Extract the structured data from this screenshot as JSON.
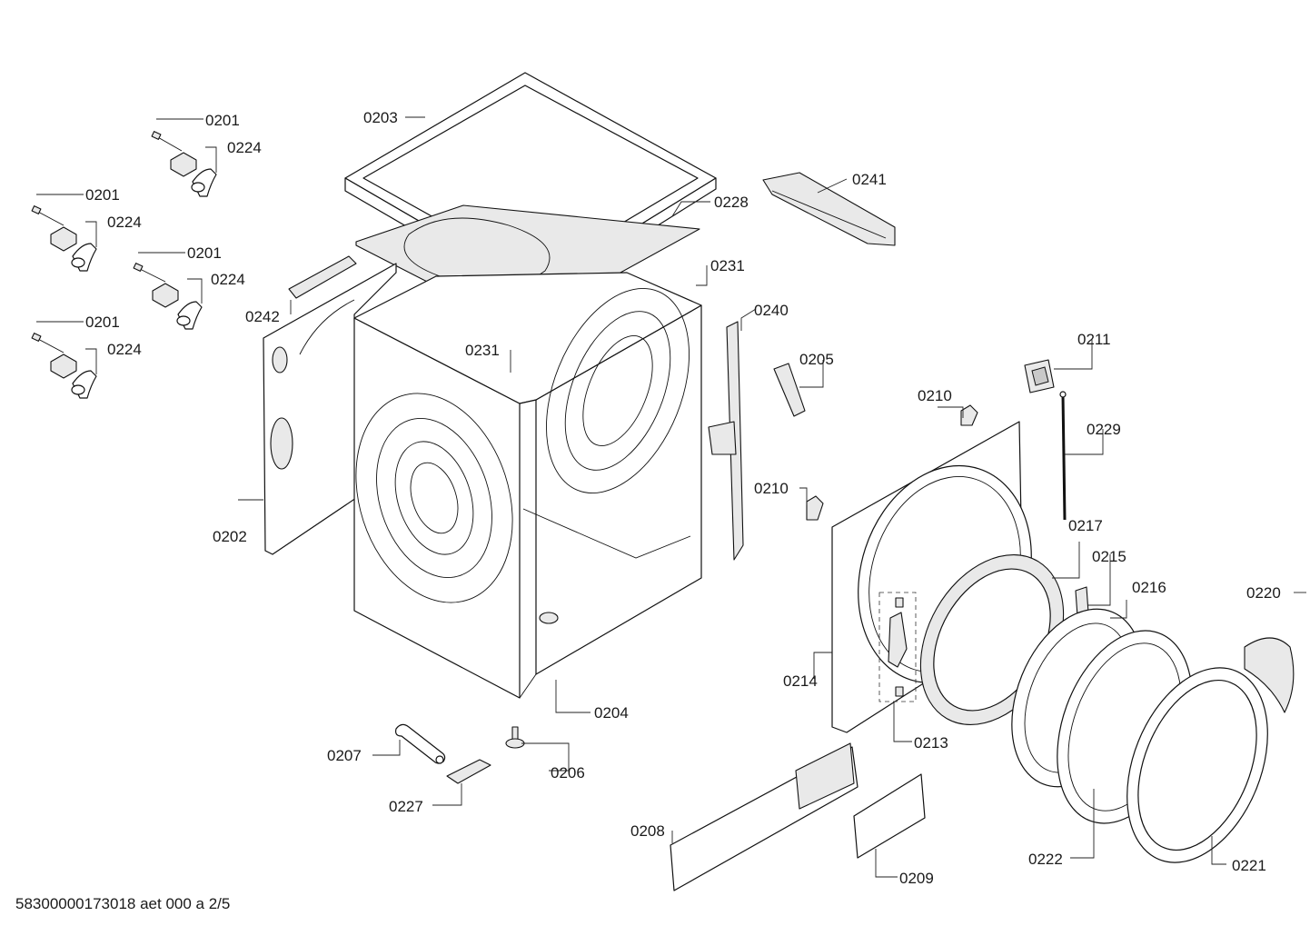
{
  "diagram": {
    "footer_text": "58300000173018 aet 000 a 2/5",
    "labels": [
      "0201",
      "0224",
      "0201",
      "0224",
      "0201",
      "0224",
      "0201",
      "0224",
      "0203",
      "0228",
      "0241",
      "0231",
      "0242",
      "0231",
      "0240",
      "0205",
      "0211",
      "0210",
      "0229",
      "0210",
      "0202",
      "0217",
      "0215",
      "0216",
      "0220",
      "0214",
      "0213",
      "0204",
      "0207",
      "0206",
      "0227",
      "0208",
      "0209",
      "0222",
      "0221"
    ]
  }
}
